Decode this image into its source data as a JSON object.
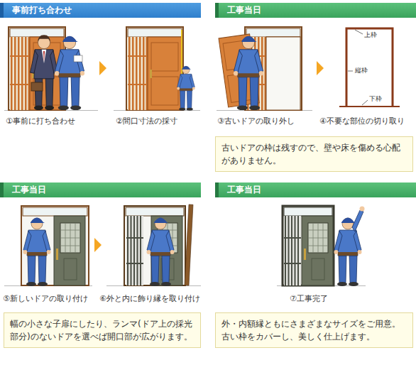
{
  "diagram": {
    "nodes": [
      {
        "text": [
          "事前打ち合わせ"
        ]
      },
      {
        "text": [
          "工事当日"
        ]
      },
      {
        "text": [
          "古いドアの枠は残すので、壁や床を傷める心配がありません。"
        ]
      },
      {
        "text": [
          "工事当日"
        ]
      },
      {
        "text": [
          "工事当日"
        ]
      },
      {
        "text": [
          "幅の小さな子扉にしたり、ランマ(ドア上の採光部分)のないドアを選べば開口部が広がります。"
        ]
      },
      {
        "text": [
          "外・内額縁ともにさまざまなサイズをご用意。古い枠をカバーし、美しく仕上げます。"
        ]
      }
    ],
    "labels": [
      "①事前に打ち合わせ",
      "②間口寸法の採寸",
      "③古いドアの取り外し",
      "④不要な部位の切り取り",
      "上枠",
      "縦枠",
      "下枠",
      "⑤新しいドアの取り付け",
      "⑥外と内に飾り縁を取り付け",
      "⑦工事完了"
    ]
  }
}
